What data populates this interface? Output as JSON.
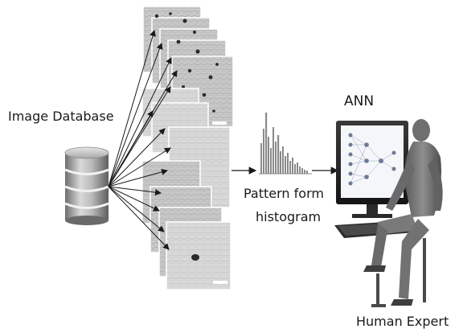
{
  "labels": {
    "image_database": "Image Database",
    "pattern_form": "Pattern form",
    "histogram": "histogram",
    "ann": "ANN",
    "human_expert": "Human Expert"
  },
  "icons": {
    "database": "database-cylinder-icon",
    "micrographs": "micrograph-stack-icon",
    "histogram": "histogram-bars-icon",
    "monitor": "monitor-ann-icon",
    "keyboard": "keyboard-icon",
    "human": "seated-human-figure-icon"
  },
  "colors": {
    "database_gray": "#9a9a9a",
    "micrograph_gray": "#c4c4c4",
    "line": "#1a1a1a",
    "histogram_gray": "#8a8a8a",
    "screen_bg": "#f4f6fa",
    "figure_gray": "#6f6f6f"
  }
}
